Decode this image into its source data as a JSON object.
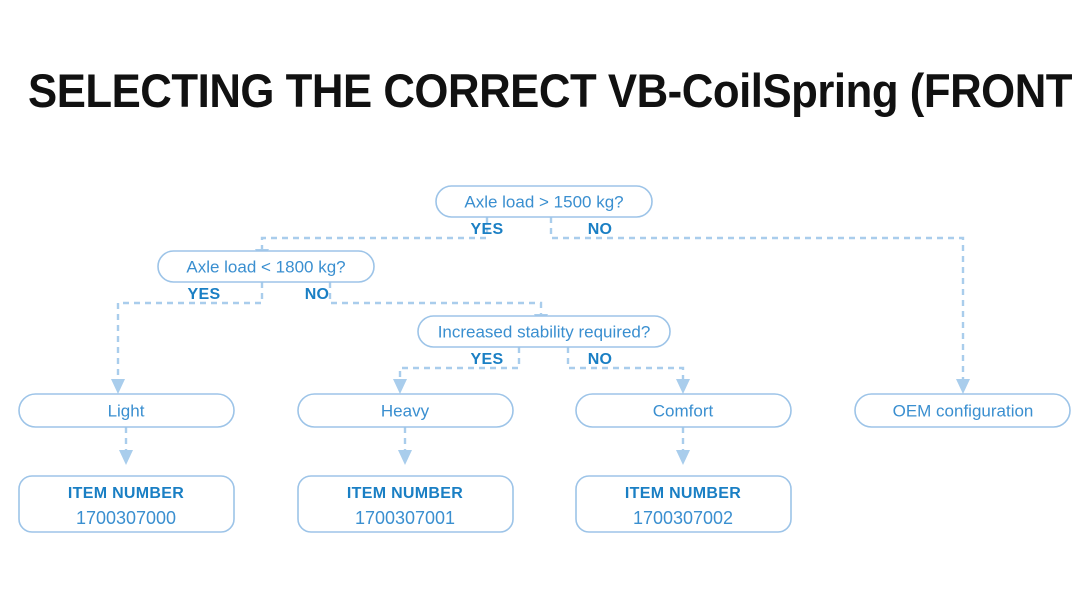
{
  "page": {
    "title": "SELECTING THE CORRECT VB-CoilSpring (FRONT AXLE)",
    "background_color": "#ffffff",
    "title_color": "#111111"
  },
  "theme": {
    "node_border": "#9dc4e8",
    "node_text": "#3a8fd0",
    "branch_text": "#1a7fc4",
    "connector": "#a9cdec",
    "item_caption_color": "#1a7fc4"
  },
  "chart_data": {
    "type": "diagram",
    "subtype": "decision-flowchart",
    "title": "SELECTING THE CORRECT VB-CoilSpring (FRONT AXLE)",
    "decisions": [
      {
        "id": "d1",
        "text": "Axle load > 1500 kg?",
        "yes_label": "YES",
        "no_label": "NO",
        "yes_target": "d2",
        "no_target": "r4"
      },
      {
        "id": "d2",
        "text": "Axle load < 1800 kg?",
        "yes_label": "YES",
        "no_label": "NO",
        "yes_target": "r1",
        "no_target": "d3"
      },
      {
        "id": "d3",
        "text": "Increased stability required?",
        "yes_label": "YES",
        "no_label": "NO",
        "yes_target": "r2",
        "no_target": "r3"
      }
    ],
    "results": [
      {
        "id": "r1",
        "text": "Light",
        "item_caption": "ITEM NUMBER",
        "item_number": "1700307000"
      },
      {
        "id": "r2",
        "text": "Heavy",
        "item_caption": "ITEM NUMBER",
        "item_number": "1700307001"
      },
      {
        "id": "r3",
        "text": "Comfort",
        "item_caption": "ITEM NUMBER",
        "item_number": "1700307002"
      },
      {
        "id": "r4",
        "text": "OEM configuration",
        "item_caption": null,
        "item_number": null
      }
    ]
  },
  "nodes": {
    "decision1": {
      "text": "Axle load > 1500 kg?",
      "yes": "YES",
      "no": "NO"
    },
    "decision2": {
      "text": "Axle load < 1800 kg?",
      "yes": "YES",
      "no": "NO"
    },
    "decision3": {
      "text": "Increased stability required?",
      "yes": "YES",
      "no": "NO"
    },
    "result_light": {
      "text": "Light"
    },
    "result_heavy": {
      "text": "Heavy"
    },
    "result_comfort": {
      "text": "Comfort"
    },
    "result_oem": {
      "text": "OEM configuration"
    }
  },
  "item_boxes": {
    "light": {
      "caption": "ITEM NUMBER",
      "number": "1700307000"
    },
    "heavy": {
      "caption": "ITEM NUMBER",
      "number": "1700307001"
    },
    "comfort": {
      "caption": "ITEM NUMBER",
      "number": "1700307002"
    }
  }
}
